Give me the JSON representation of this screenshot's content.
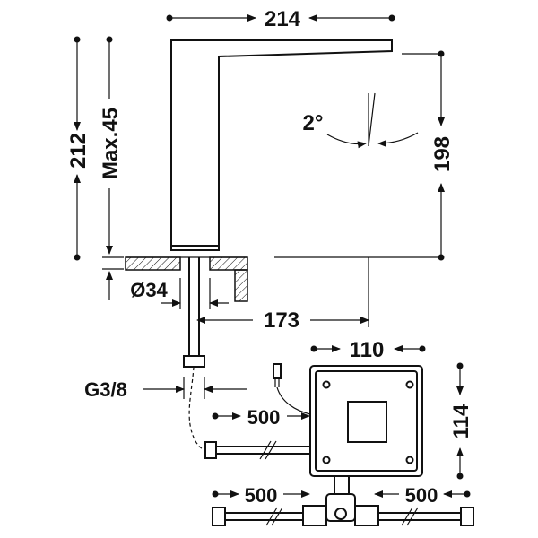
{
  "dimensions": {
    "width_top": "214",
    "height_total": "212",
    "max_deck": "Max.45",
    "angle": "2°",
    "height_spout": "198",
    "hole_diameter": "Ø34",
    "reach": "173",
    "box_width": "110",
    "box_height": "114",
    "thread": "G3/8",
    "cable_length": "500",
    "hose_left": "500",
    "hose_right": "500"
  },
  "colors": {
    "line": "#111111",
    "background": "#ffffff"
  }
}
